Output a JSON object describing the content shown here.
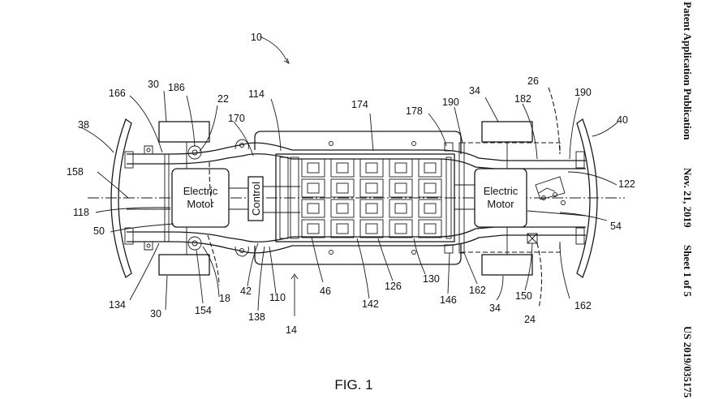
{
  "header": {
    "publication": "Patent Application Publication",
    "date": "Nov. 21, 2019",
    "sheet": "Sheet 1 of 5",
    "number": "US 2019/035175"
  },
  "figure": {
    "caption": "FIG. 1",
    "boxes": {
      "front_motor_line1": "Electric",
      "front_motor_line2": "Motor",
      "rear_motor_line1": "Electric",
      "rear_motor_line2": "Motor",
      "control": "Control"
    },
    "refs": {
      "r10": "10",
      "r30_top": "30",
      "r186": "186",
      "r22": "22",
      "r166": "166",
      "r114": "114",
      "r170": "170",
      "r174": "174",
      "r178": "178",
      "r190_mid": "190",
      "r34_top": "34",
      "r26": "26",
      "r182": "182",
      "r190_right": "190",
      "r40": "40",
      "r38": "38",
      "r158": "158",
      "r118": "118",
      "r50": "50",
      "r122": "122",
      "r54": "54",
      "r134": "134",
      "r30_bottom": "30",
      "r154": "154",
      "r18": "18",
      "r42": "42",
      "r138": "138",
      "r110": "110",
      "r14": "14",
      "r46": "46",
      "r142": "142",
      "r126": "126",
      "r130": "130",
      "r146": "146",
      "r162_mid": "162",
      "r34_bottom": "34",
      "r150": "150",
      "r24": "24",
      "r162_right": "162"
    }
  }
}
